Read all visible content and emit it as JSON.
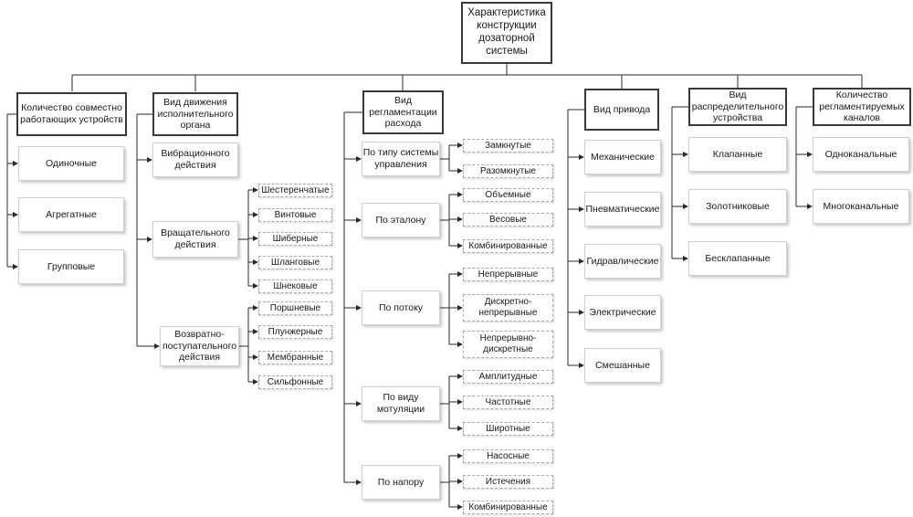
{
  "diagram": {
    "root": "Характеристика конструкции дозаторной системы",
    "cat1": {
      "title": "Количество совместно работающих устройств",
      "items": [
        "Одиночные",
        "Агрегатные",
        "Групповые"
      ]
    },
    "cat2": {
      "title": "Вид движения исполнительного органа",
      "sub1": "Вибрационного действия",
      "sub2": "Вращательного действия",
      "sub2_items": [
        "Шестеренчатые",
        "Винтовые",
        "Шиберные",
        "Шланговые",
        "Шнековые"
      ],
      "sub3": "Возвратно-поступательного действия",
      "sub3_items": [
        "Поршневые",
        "Плунжерные",
        "Мембранные",
        "Сильфонные"
      ]
    },
    "cat3": {
      "title": "Вид регламентации расхода",
      "groups": [
        {
          "label": "По типу системы управления",
          "items": [
            "Замкнутые",
            "Разомкнутые"
          ]
        },
        {
          "label": "По эталону",
          "items": [
            "Объемные",
            "Весовые",
            "Комбинированные"
          ]
        },
        {
          "label": "По потоку",
          "items": [
            "Непрерывные",
            "Дискретно-непрерывные",
            "Непрерывно-дискретные"
          ]
        },
        {
          "label": "По виду мотуляции",
          "items": [
            "Амплитудные",
            "Частотные",
            "Широтные"
          ]
        },
        {
          "label": "По напору",
          "items": [
            "Насосные",
            "Истечения",
            "Комбинированные"
          ]
        }
      ]
    },
    "cat4": {
      "title": "Вид привода",
      "items": [
        "Механические",
        "Пневматические",
        "Гидравлические",
        "Электрические",
        "Смешанные"
      ]
    },
    "cat5": {
      "title": "Вид распределительного устройства",
      "items": [
        "Клапанные",
        "Золотниковые",
        "Бесклапанные"
      ]
    },
    "cat6": {
      "title": "Количество регламентируемых каналов",
      "items": [
        "Одноканальные",
        "Многоканальные"
      ]
    }
  }
}
